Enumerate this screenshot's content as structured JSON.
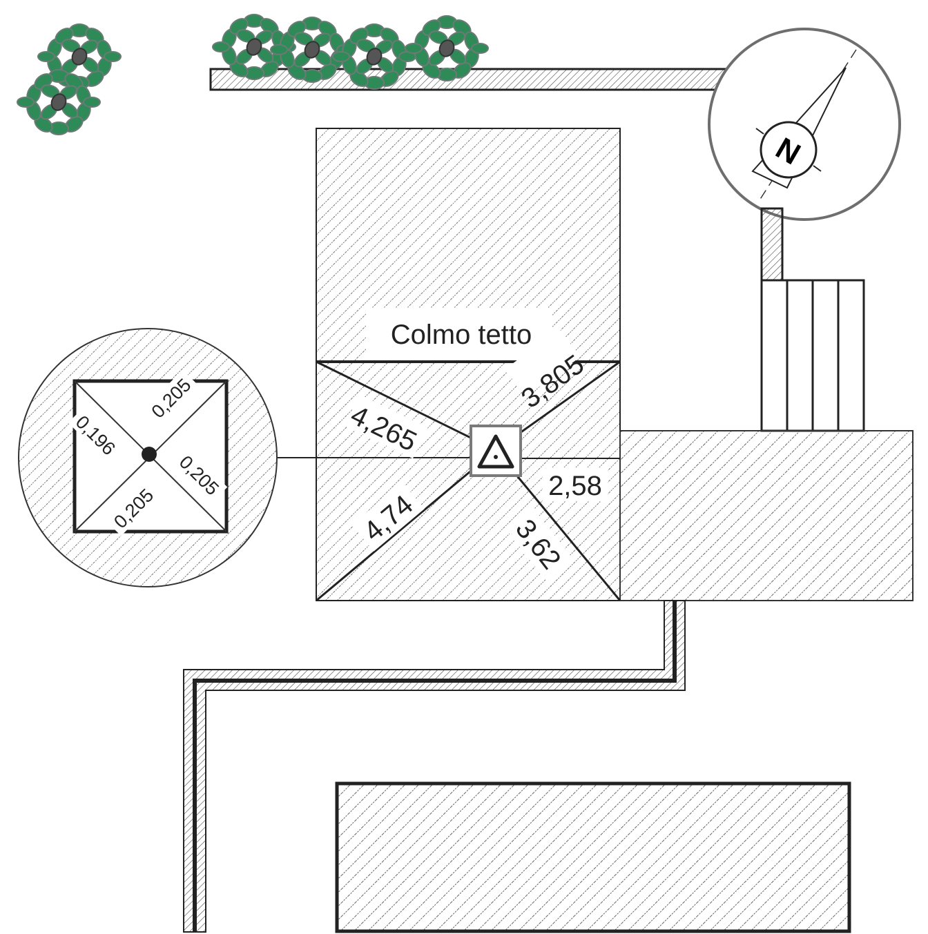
{
  "roof_ridge": {
    "label": "Colmo tetto"
  },
  "measurements": {
    "upper_left": "4,265",
    "upper_right": "3,805",
    "right": "2,58",
    "lower_left": "4,74",
    "lower_right": "3,62"
  },
  "detail": {
    "top": "0,205",
    "left": "0,196",
    "right": "0,205",
    "bottom": "0,205"
  },
  "compass": {
    "letter": "N"
  },
  "colors": {
    "line": "#222222",
    "hatch": "#555555",
    "foliage": "#2e8b57",
    "foliage_edge": "#6c7a76",
    "trunk": "#555555",
    "compass_ring": "#6e6e6e",
    "marker_frame": "#7a7a7a"
  },
  "icons": [
    "tree-icon",
    "compass-rose-icon",
    "survey-point-triangle-icon",
    "station-dot-icon"
  ]
}
